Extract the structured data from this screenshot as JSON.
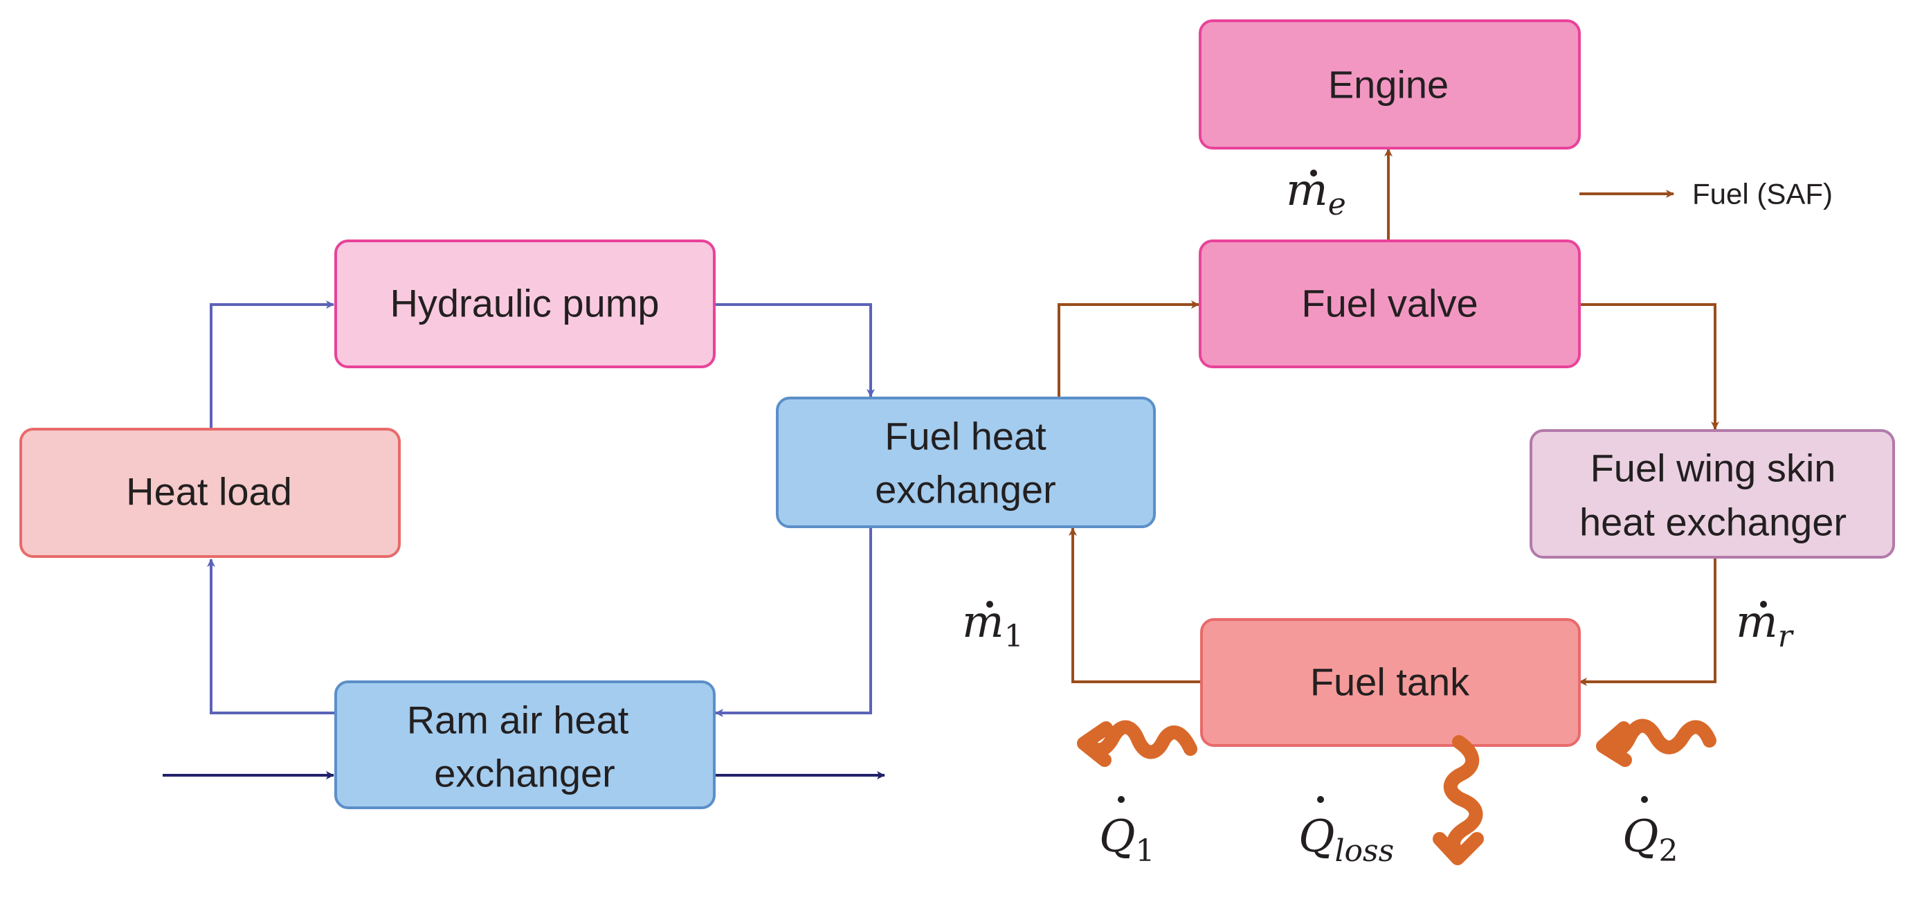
{
  "colors": {
    "hydraulic_line": "#5b63b8",
    "ram_air_line": "#22226b",
    "fuel_line": "#9a4d1c",
    "heat_flow": "#d9692a",
    "pink_dark_fill": "#f297c2",
    "pink_dark_stroke": "#e8439a",
    "pink_light_fill": "#f8c9df",
    "pink_light_stroke": "#e8439a",
    "salmon_light_fill": "#f6caca",
    "salmon_light_stroke": "#e86a6a",
    "salmon_fill": "#f59a9a",
    "salmon_stroke": "#e86a6a",
    "blue_fill": "#a3ccee",
    "blue_stroke": "#5b8fc9",
    "lilac_fill": "#ead0e1",
    "lilac_stroke": "#b27aaa"
  },
  "boxes": {
    "engine": {
      "label": "Engine"
    },
    "fuel_valve": {
      "label": "Fuel valve"
    },
    "hydraulic_pump": {
      "label": "Hydraulic pump"
    },
    "heat_load": {
      "label": "Heat load"
    },
    "fuel_heat_exchanger": {
      "label_line1": "Fuel heat",
      "label_line2": "exchanger"
    },
    "fuel_wing_skin_heat_exchanger": {
      "label_line1": "Fuel wing skin",
      "label_line2": "heat exchanger"
    },
    "fuel_tank": {
      "label": "Fuel tank"
    },
    "ram_air_heat_exchanger": {
      "label_line1": "Ram air heat",
      "label_line2": "exchanger"
    }
  },
  "legend": {
    "fuel_label": "Fuel (SAF)"
  },
  "flow_labels": {
    "m_e": {
      "symbol": "m",
      "subscript": "e"
    },
    "m_1": {
      "symbol": "m",
      "subscript": "1"
    },
    "m_r": {
      "symbol": "m",
      "subscript": "r"
    },
    "q_1": {
      "symbol": "Q",
      "subscript": "1"
    },
    "q_loss": {
      "symbol": "Q",
      "subscript": "loss"
    },
    "q_2": {
      "symbol": "Q",
      "subscript": "2"
    }
  }
}
